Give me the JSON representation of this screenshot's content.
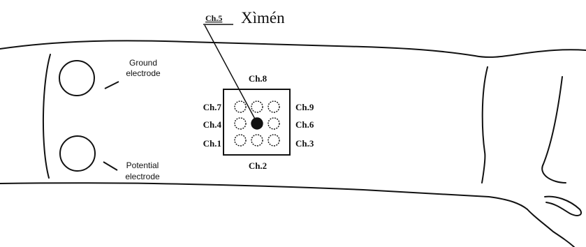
{
  "title": {
    "channel": "Ch.5",
    "point_name": "Xìmén"
  },
  "electrodes": {
    "ground_line1": "Ground",
    "ground_line2": "electrode",
    "potential_line1": "Potential",
    "potential_line2": "electrode"
  },
  "channels": {
    "top": "Ch.8",
    "bottom": "Ch.2",
    "left": [
      "Ch.7",
      "Ch.4",
      "Ch.1"
    ],
    "right": [
      "Ch.9",
      "Ch.6",
      "Ch.3"
    ]
  },
  "grid": {
    "rows": 3,
    "cols": 3,
    "filled_index": 4
  },
  "colors": {
    "ink": "#111111",
    "background": "#ffffff"
  }
}
